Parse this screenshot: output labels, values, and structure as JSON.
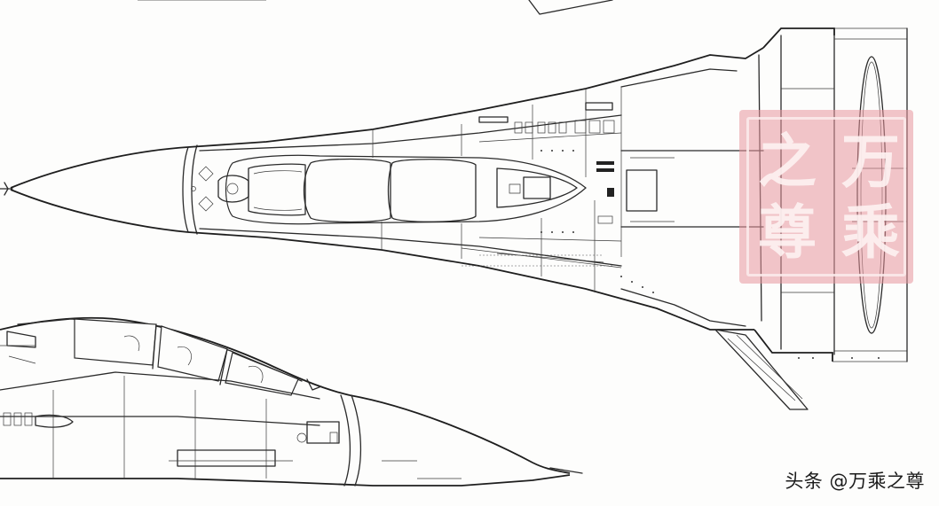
{
  "seal": {
    "chars": [
      "万",
      "乘",
      "之",
      "尊"
    ],
    "color": "#e7969c"
  },
  "caption": {
    "text": "头条 @万乘之尊"
  }
}
